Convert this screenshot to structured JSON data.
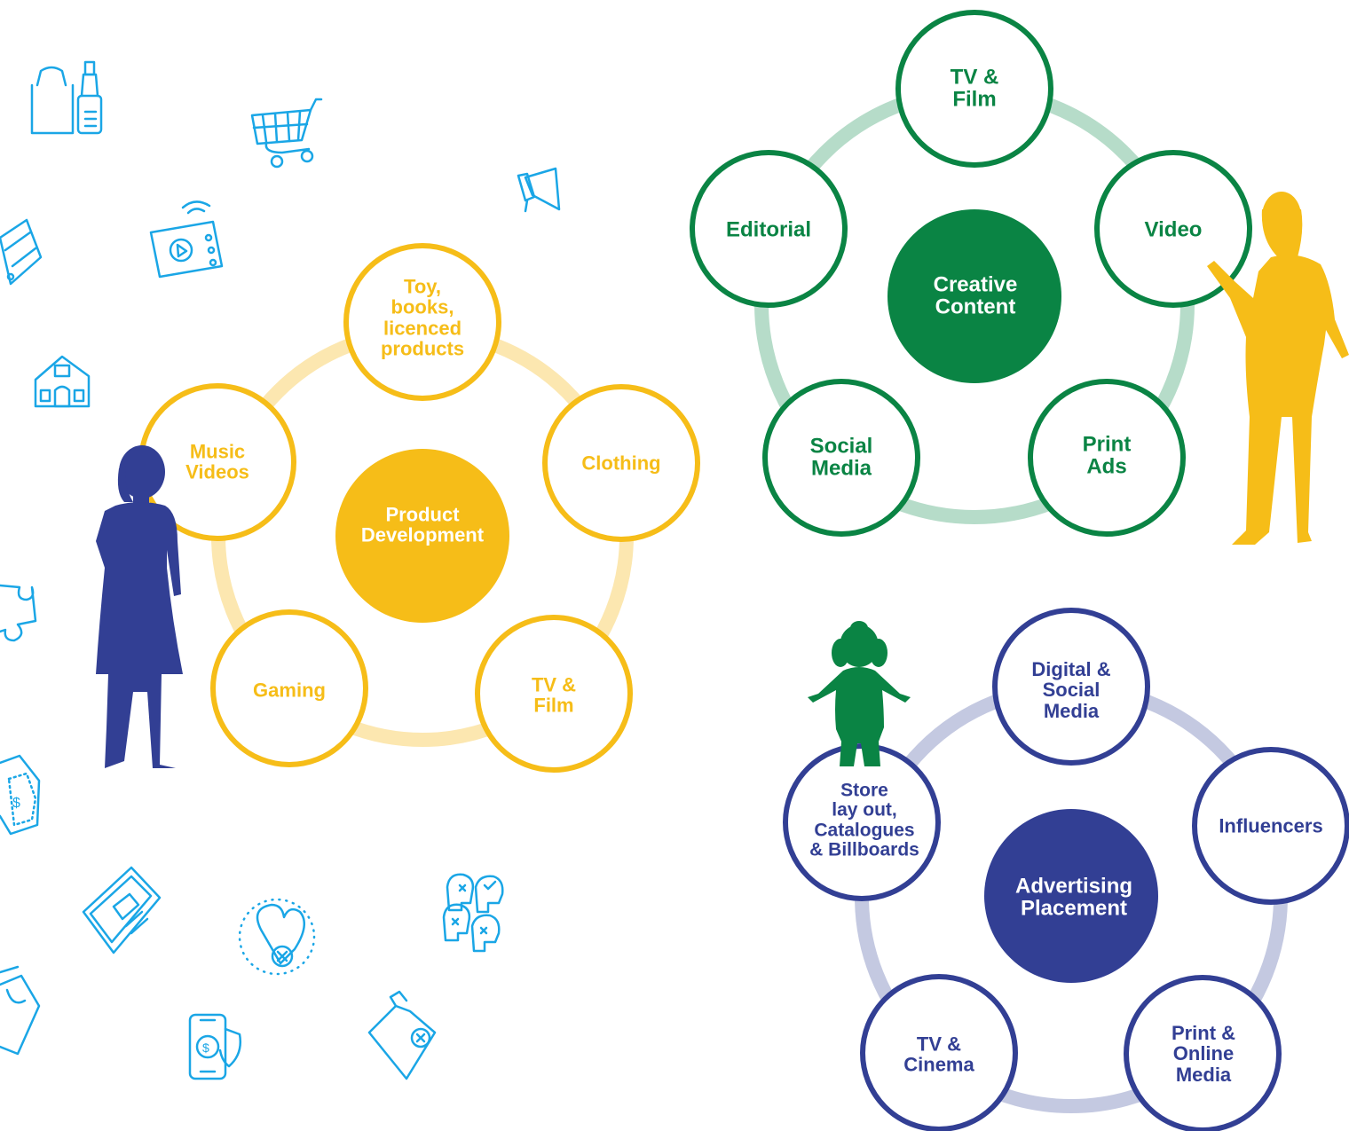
{
  "colors": {
    "product_development": "#f6bd18",
    "product_development_ring": "#fce7b0",
    "creative_content": "#0a8444",
    "creative_content_ring": "#b6dcc9",
    "advertising_placement": "#323f94",
    "advertising_placement_ring": "#c4c9e1",
    "icons": "#1aa6e6"
  },
  "product_development": {
    "center": "Product\nDevelopment",
    "nodes": [
      "Toy,\nbooks,\nlicenced\nproducts",
      "Clothing",
      "TV &\nFilm",
      "Gaming",
      "Music\nVideos"
    ]
  },
  "creative_content": {
    "center": "Creative\nContent",
    "nodes": [
      "TV &\nFilm",
      "Video",
      "Print\nAds",
      "Social\nMedia",
      "Editorial"
    ]
  },
  "advertising_placement": {
    "center": "Advertising\nPlacement",
    "nodes": [
      "Digital &\nSocial\nMedia",
      "Influencers",
      "Print &\nOnline\nMedia",
      "TV &\nCinema",
      "Store\nlay out,\nCatalogues\n& Billboards"
    ]
  },
  "icons": [
    "groceries-icon",
    "shopping-cart-icon",
    "megaphone-icon",
    "smartphone-icon",
    "smart-tv-icon",
    "house-icon",
    "puzzle-icon",
    "price-tags-icon",
    "newspaper-icon",
    "heart-icon",
    "people-vote-icon",
    "mobile-payment-icon",
    "thumbs-down-icon",
    "shopping-bag-icon"
  ],
  "figures": [
    "woman-figure",
    "woman-pointing-figure",
    "girl-figure"
  ]
}
